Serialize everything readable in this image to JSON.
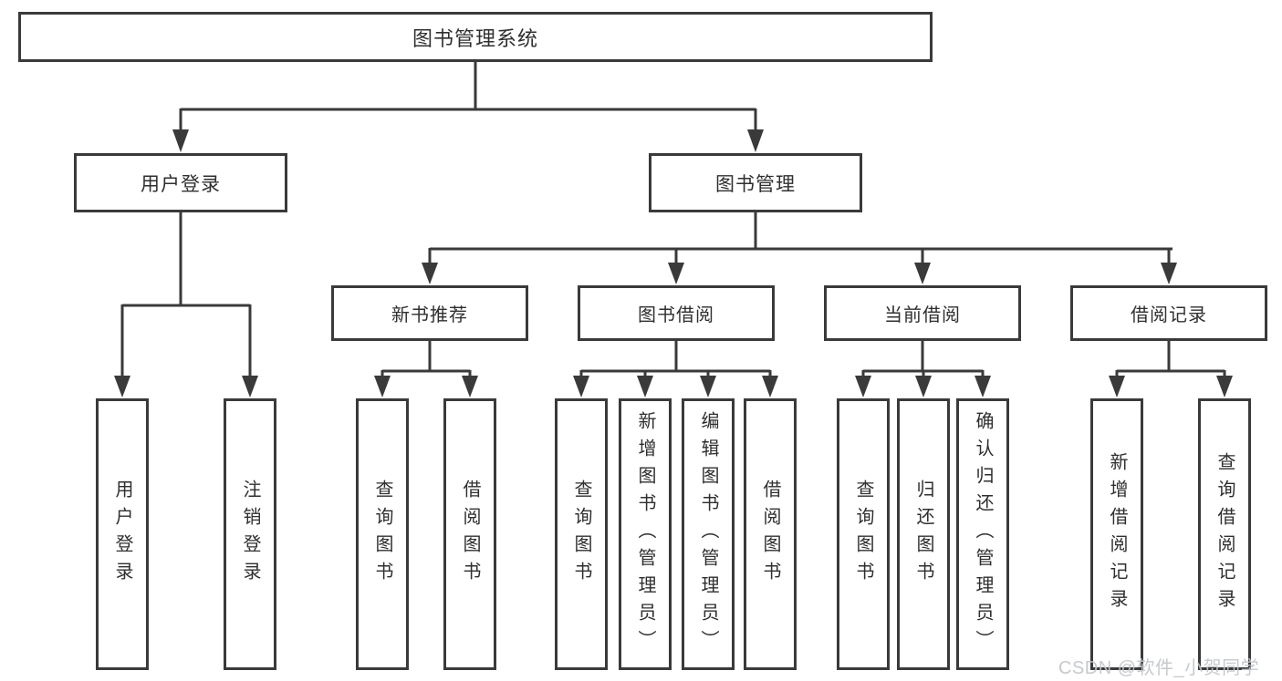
{
  "diagram": {
    "type": "hierarchy-tree",
    "nodes": {
      "root": "图书管理系统",
      "user_login": "用户登录",
      "book_mgmt": "图书管理",
      "new_rec": "新书推荐",
      "book_borrow": "图书借阅",
      "current_borrow": "当前借阅",
      "borrow_records": "借阅记录",
      "leaf_user_login": "用户登录",
      "leaf_logout": "注销登录",
      "leaf_query_books_1": "查询图书",
      "leaf_borrow_books_1": "借阅图书",
      "leaf_query_books_2": "查询图书",
      "leaf_add_book_admin": "新增图书（管理员）",
      "leaf_edit_book_admin": "编辑图书（管理员）",
      "leaf_borrow_books_2": "借阅图书",
      "leaf_query_books_3": "查询图书",
      "leaf_return_books": "归还图书",
      "leaf_confirm_return_admin": "确认归还（管理员）",
      "leaf_add_borrow_record": "新增借阅记录",
      "leaf_query_borrow_record": "查询借阅记录"
    },
    "edges": [
      [
        "root",
        "user_login"
      ],
      [
        "root",
        "book_mgmt"
      ],
      [
        "user_login",
        "leaf_user_login"
      ],
      [
        "user_login",
        "leaf_logout"
      ],
      [
        "book_mgmt",
        "new_rec"
      ],
      [
        "book_mgmt",
        "book_borrow"
      ],
      [
        "book_mgmt",
        "current_borrow"
      ],
      [
        "book_mgmt",
        "borrow_records"
      ],
      [
        "new_rec",
        "leaf_query_books_1"
      ],
      [
        "new_rec",
        "leaf_borrow_books_1"
      ],
      [
        "book_borrow",
        "leaf_query_books_2"
      ],
      [
        "book_borrow",
        "leaf_add_book_admin"
      ],
      [
        "book_borrow",
        "leaf_edit_book_admin"
      ],
      [
        "book_borrow",
        "leaf_borrow_books_2"
      ],
      [
        "current_borrow",
        "leaf_query_books_3"
      ],
      [
        "current_borrow",
        "leaf_return_books"
      ],
      [
        "current_borrow",
        "leaf_confirm_return_admin"
      ],
      [
        "borrow_records",
        "leaf_add_borrow_record"
      ],
      [
        "borrow_records",
        "leaf_query_borrow_record"
      ]
    ],
    "colors": {
      "line": "#3a3a3a",
      "box_border": "#3a3a3a",
      "box_fill": "#ffffff",
      "text": "#2f2f2f",
      "background": "#ffffff",
      "watermark": "#c2c5ca"
    }
  },
  "watermark": "CSDN @软件_小贺同学"
}
